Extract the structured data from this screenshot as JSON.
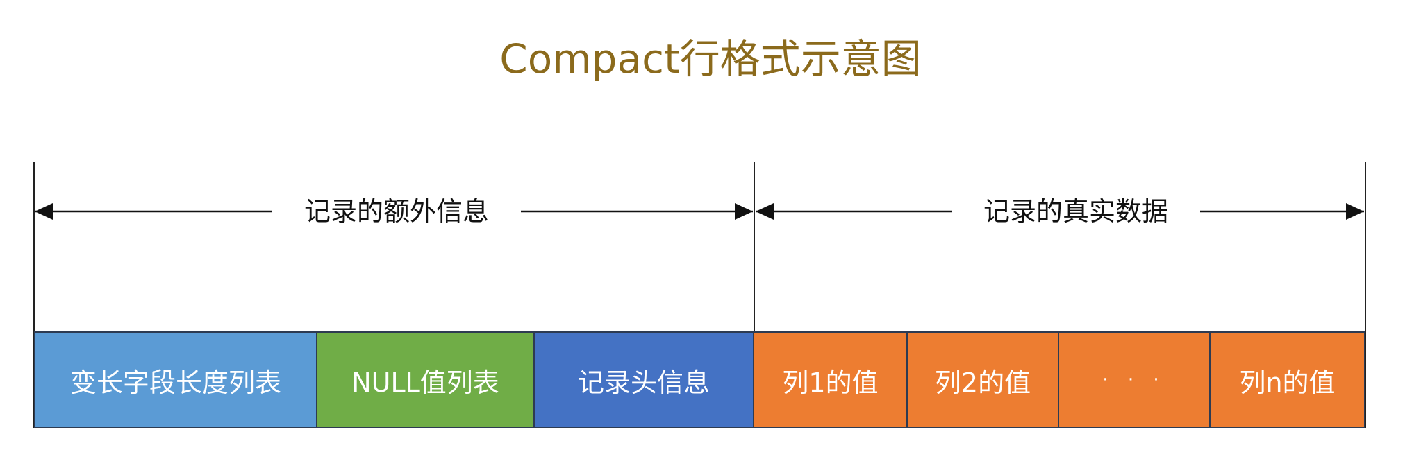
{
  "title": "Compact行格式示意图",
  "spans": {
    "extra_info": "记录的额外信息",
    "real_data": "记录的真实数据"
  },
  "blocks": [
    {
      "label": "变长字段长度列表",
      "color": "#5B9BD5"
    },
    {
      "label": "NULL值列表",
      "color": "#70AD47"
    },
    {
      "label": "记录头信息",
      "color": "#4472C4"
    },
    {
      "label": "列1的值",
      "color": "#ED7D31"
    },
    {
      "label": "列2的值",
      "color": "#ED7D31"
    },
    {
      "label": "· · ·",
      "color": "#ED7D31"
    },
    {
      "label": "列n的值",
      "color": "#ED7D31"
    }
  ]
}
